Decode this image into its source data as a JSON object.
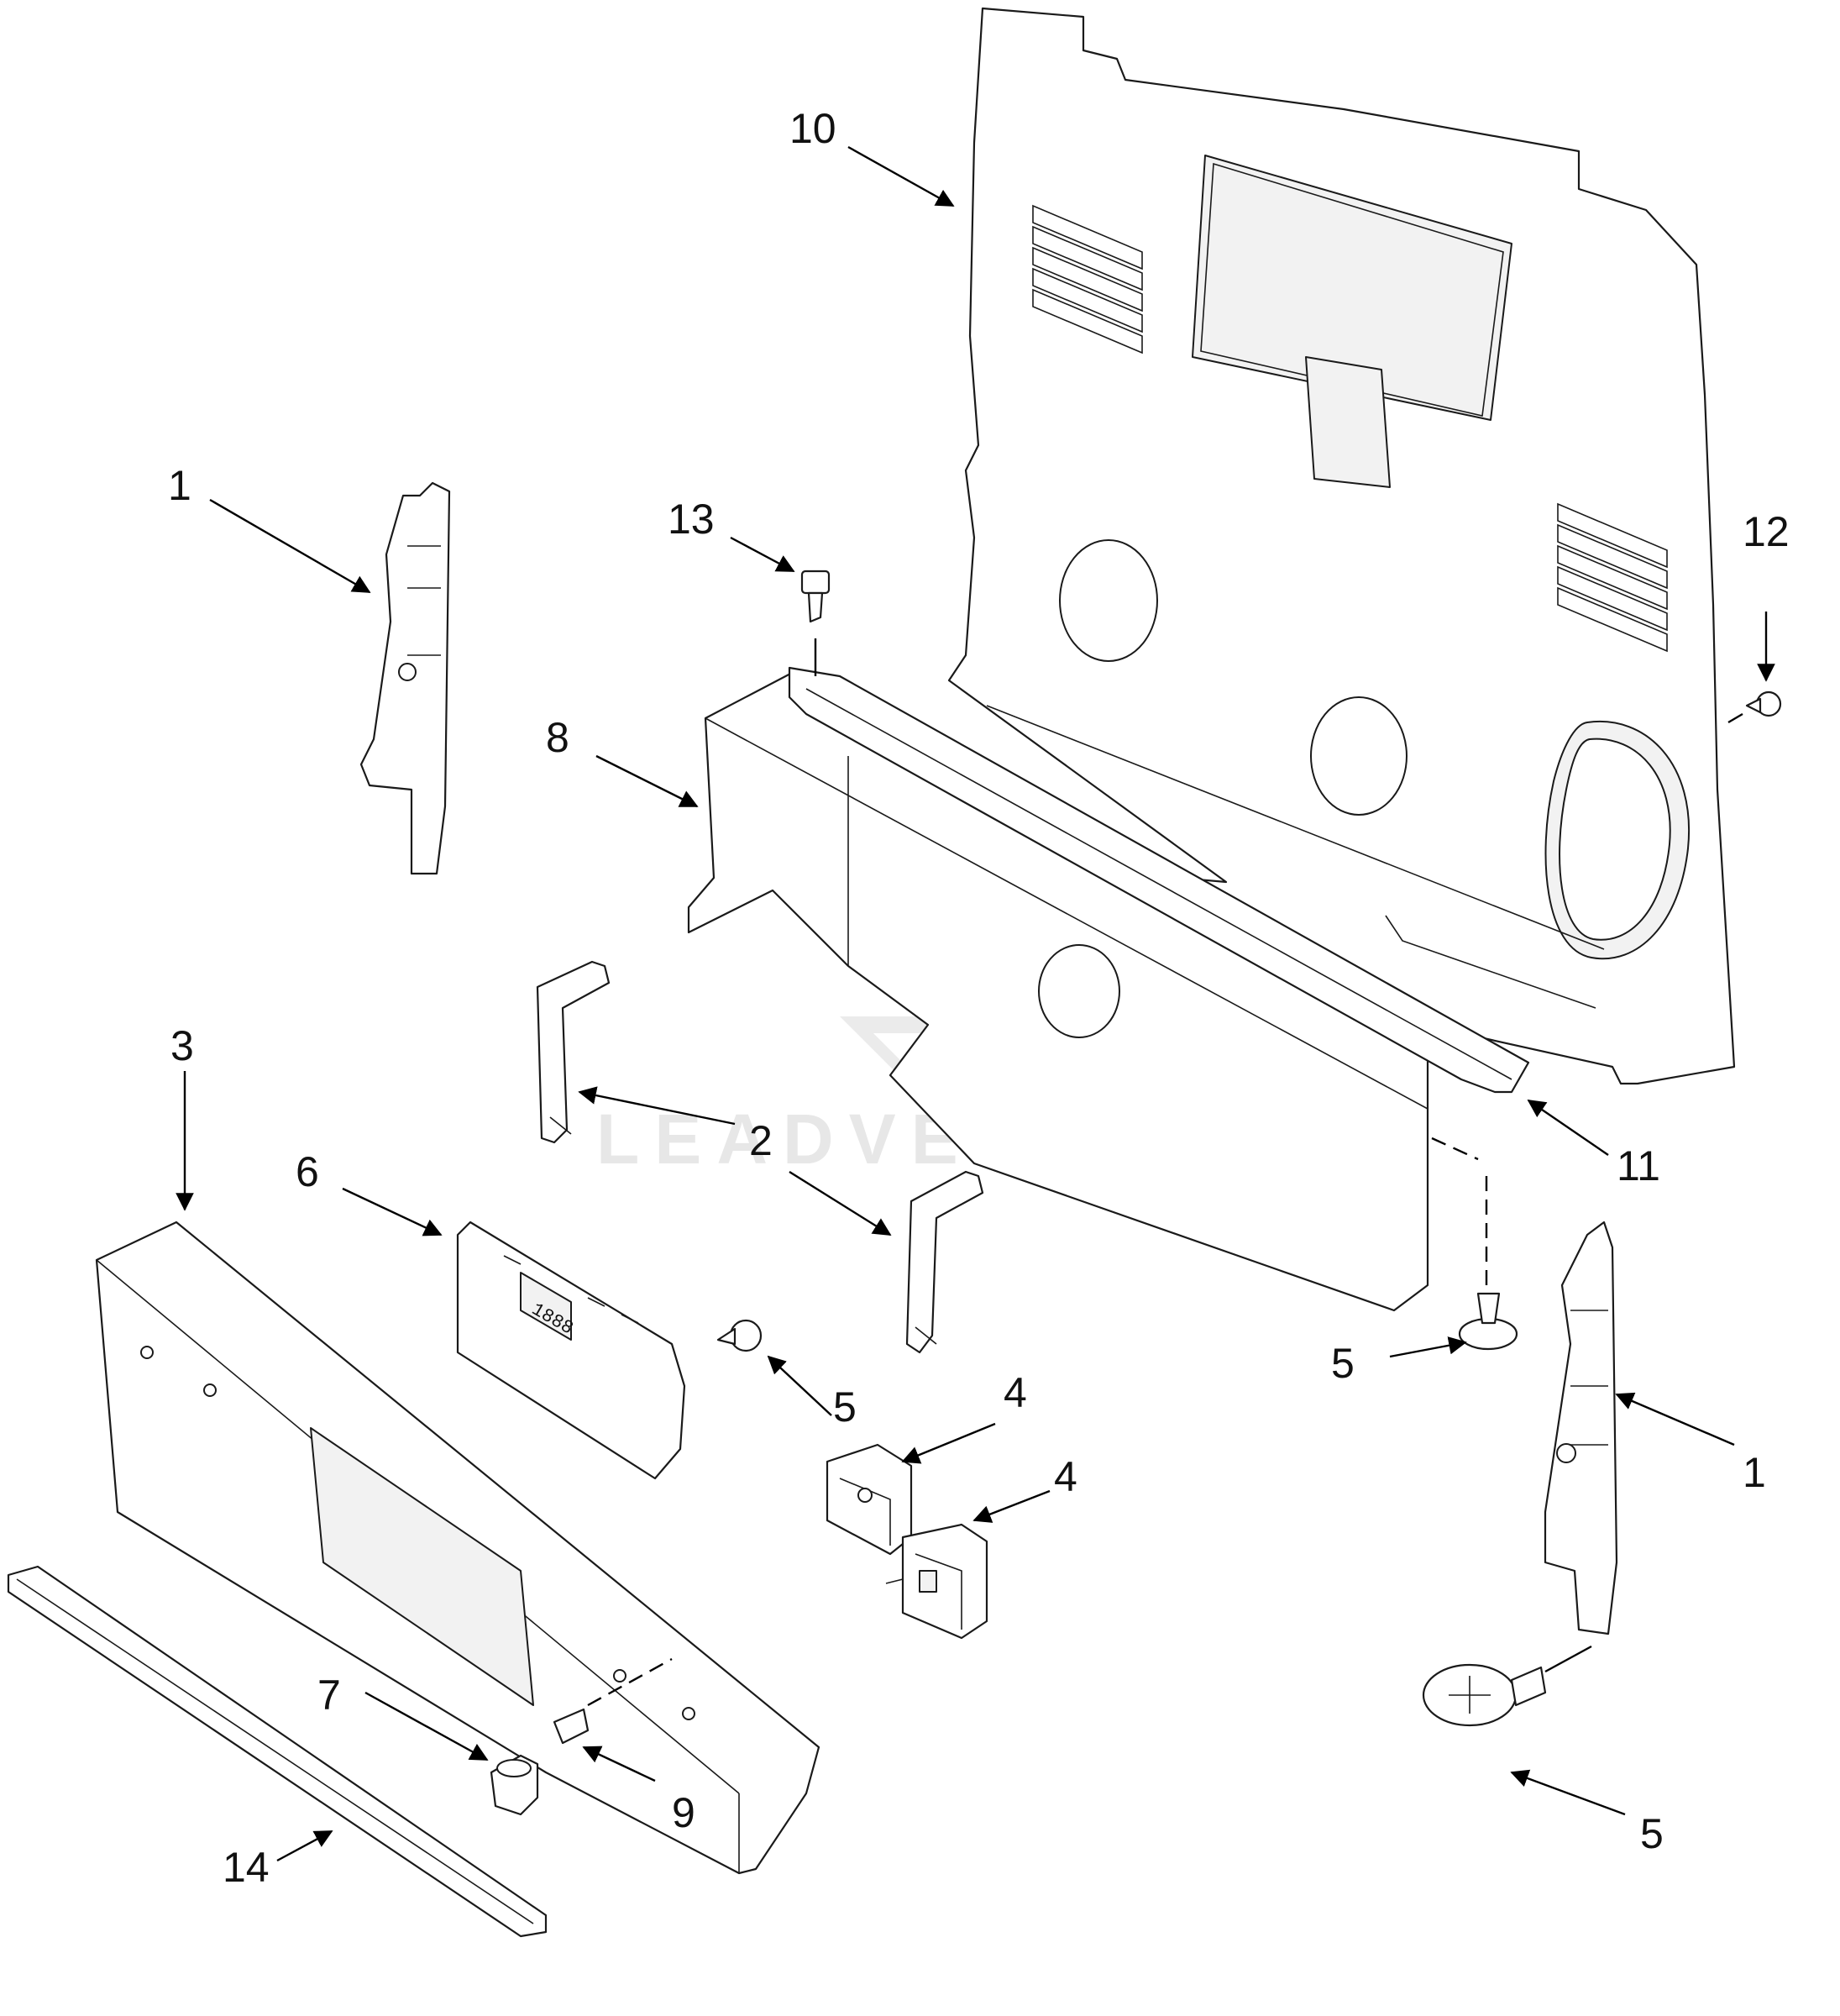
{
  "diagram": {
    "watermark": {
      "text": "LEADVENTURE"
    },
    "callouts": [
      {
        "id": "c10",
        "label": "10"
      },
      {
        "id": "c1-top",
        "label": "1"
      },
      {
        "id": "c13",
        "label": "13"
      },
      {
        "id": "c12",
        "label": "12"
      },
      {
        "id": "c8",
        "label": "8"
      },
      {
        "id": "c3",
        "label": "3"
      },
      {
        "id": "c6",
        "label": "6"
      },
      {
        "id": "c2",
        "label": "2"
      },
      {
        "id": "c11",
        "label": "11"
      },
      {
        "id": "c5-mid",
        "label": "5"
      },
      {
        "id": "c5-left",
        "label": "5"
      },
      {
        "id": "c4-top",
        "label": "4"
      },
      {
        "id": "c4-bottom",
        "label": "4"
      },
      {
        "id": "c1-right",
        "label": "1"
      },
      {
        "id": "c7",
        "label": "7"
      },
      {
        "id": "c9",
        "label": "9"
      },
      {
        "id": "c14",
        "label": "14"
      },
      {
        "id": "c5-bottom",
        "label": "5"
      }
    ],
    "display_glyph": "1888"
  },
  "colors": {
    "line": "#1a1a1a",
    "background": "#ffffff",
    "watermark": "#e7e7e7"
  }
}
